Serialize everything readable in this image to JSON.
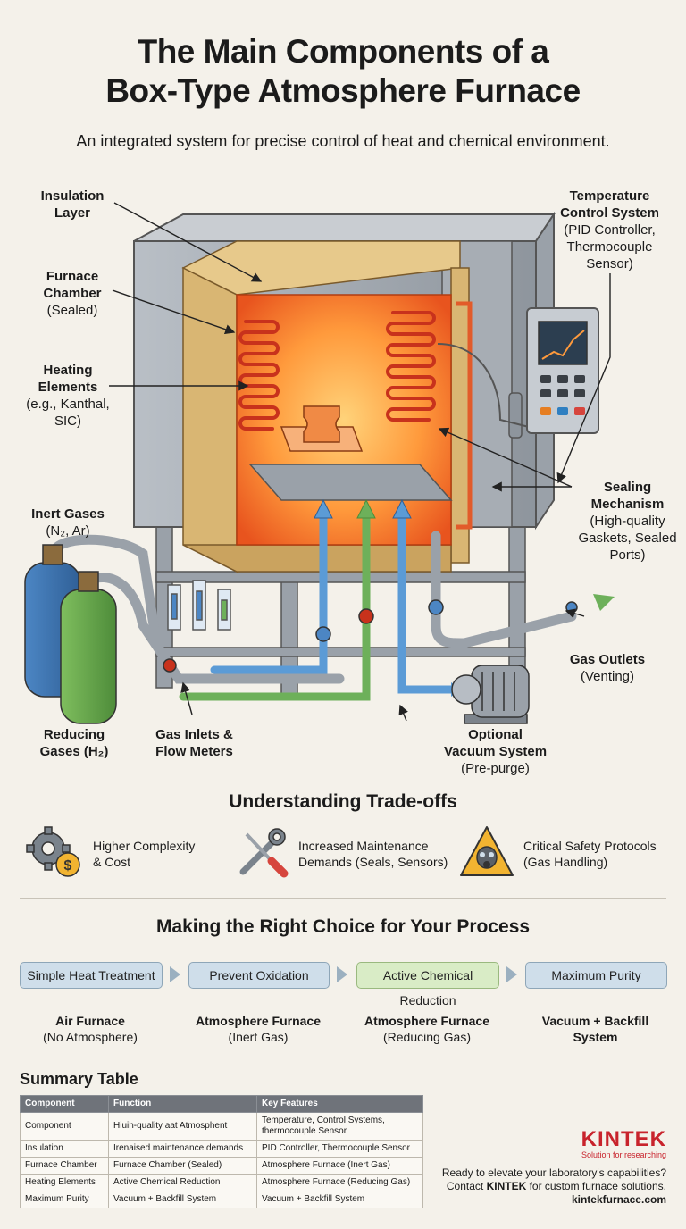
{
  "header": {
    "title_line1": "The Main Components of a",
    "title_line2": "Box-Type Atmosphere Furnace",
    "subtitle": "An integrated system for precise control of heat and chemical environment."
  },
  "labels": {
    "insulation": {
      "l1": "Insulation",
      "l2": "Layer"
    },
    "chamber": {
      "l1": "Furnace",
      "l2": "Chamber",
      "sub": "(Sealed)"
    },
    "heating": {
      "l1": "Heating",
      "l2": "Elements",
      "sub1": "(e.g., Kanthal,",
      "sub2": "SIC)"
    },
    "temperature": {
      "l1": "Temperature",
      "l2": "Control System",
      "sub1": "(PID Controller,",
      "sub2": "Thermocouple",
      "sub3": "Sensor)"
    },
    "sealing": {
      "l1": "Sealing",
      "l2": "Mechanism",
      "sub1": "(High-quality",
      "sub2": "Gaskets, Sealed",
      "sub3": "Ports)"
    },
    "inert": {
      "l1": "Inert Gases",
      "sub": "(N₂, Ar)"
    },
    "outlets": {
      "l1": "Gas Outlets",
      "sub": "(Venting)"
    },
    "reducing": {
      "l1": "Reducing",
      "l2": "Gases (H₂)"
    },
    "inlets": {
      "l1": "Gas Inlets &",
      "l2": "Flow Meters"
    },
    "vacuum": {
      "l1": "Optional",
      "l2": "Vacuum System",
      "sub": "(Pre-purge)"
    }
  },
  "tradeoffs": {
    "title": "Understanding Trade-offs",
    "items": [
      {
        "l1": "Higher Complexity",
        "l2": "& Cost",
        "icon": "gear-dollar-icon"
      },
      {
        "l1": "Increased Maintenance",
        "l2": "Demands (Seals, Sensors)",
        "icon": "wrench-screwdriver-icon"
      },
      {
        "l1": "Critical Safety Protocols",
        "l2": "(Gas Handling)",
        "icon": "gas-mask-warning-icon"
      }
    ]
  },
  "choice": {
    "title": "Making the Right Choice for Your Process",
    "steps": [
      {
        "label": "Simple Heat Treatment",
        "result": "Air Furnace",
        "result_sub": "(No Atmosphere)"
      },
      {
        "label": "Prevent Oxidation",
        "result": "Atmosphere Furnace",
        "result_sub": "(Inert Gas)"
      },
      {
        "label": "Active Chemical Reduction",
        "result": "Atmosphere Furnace",
        "result_sub": "(Reducing Gas)"
      },
      {
        "label": "Maximum Purity",
        "result": "Vacuum + Backfill",
        "result_sub": "System"
      }
    ]
  },
  "summary": {
    "title": "Summary Table",
    "headers": [
      "Component",
      "Function",
      "Key Features"
    ],
    "rows": [
      [
        "Component",
        "Hiuih-quality aat Atmosphent",
        "Temperature, Control Systems, thermocouple Sensor"
      ],
      [
        "Insulation",
        "Irenaised maintenance demands",
        "PID Controller, Thermocouple Sensor"
      ],
      [
        "Furnace Chamber",
        "Furnace Chamber (Sealed)",
        "Atmosphere Furnace (Inert Gas)"
      ],
      [
        "Heating Elements",
        "Active Chemical Reduction",
        "Atmosphere Furnace (Reducing Gas)"
      ],
      [
        "Maximum Purity",
        "Vacuum + Backfill System",
        "Vacuum + Backfill System"
      ]
    ]
  },
  "brand": {
    "logo": "KINTEK",
    "tagline": "Solution for researching",
    "cta1": "Ready to elevate your laboratory's capabilities?",
    "cta2_pre": "Contact ",
    "cta2_brand": "KINTEK",
    "cta2_post": " for custom furnace solutions.",
    "url": "kintekfurnace.com"
  },
  "colors": {
    "accent_red": "#c8232c",
    "chip_blue": "#cfdeea",
    "chip_green": "#d9ecc6",
    "glow_orange": "#ff9a3c"
  }
}
